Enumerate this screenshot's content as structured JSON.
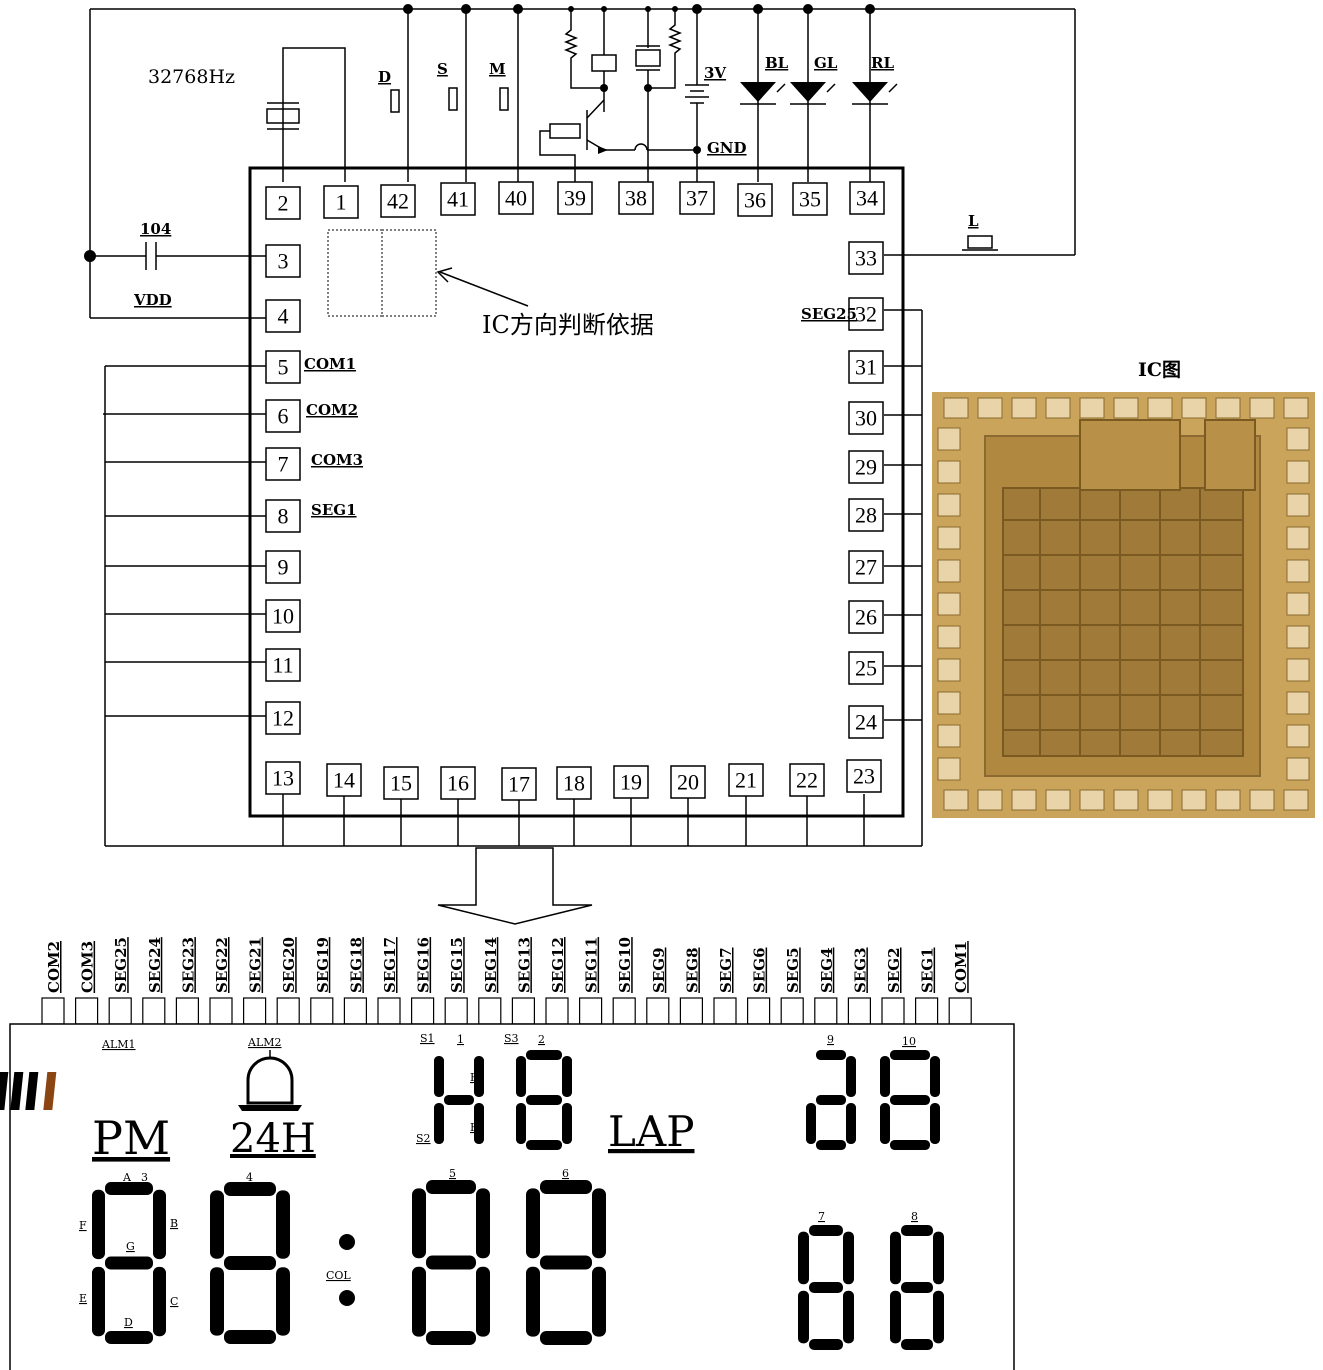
{
  "crystal_freq": "32768Hz",
  "cap_value": "104",
  "vdd_label": "VDD",
  "orientation_note": "IC方向判断依据",
  "ic_image_title": "IC图",
  "supply": {
    "v3": "3V",
    "gnd": "GND"
  },
  "buttons": {
    "d": "D",
    "s": "S",
    "m": "M",
    "l": "L"
  },
  "leds": {
    "bl": "BL",
    "gl": "GL",
    "rl": "RL"
  },
  "pin_labels": {
    "p5": "COM1",
    "p6": "COM2",
    "p7": "COM3",
    "p8": "SEG1",
    "p32": "SEG25"
  },
  "pins": {
    "top": [
      "2",
      "1",
      "42",
      "41",
      "40",
      "39",
      "38",
      "37",
      "36",
      "35",
      "34"
    ],
    "left": [
      "3",
      "4",
      "5",
      "6",
      "7",
      "8",
      "9",
      "10",
      "11",
      "12"
    ],
    "right": [
      "33",
      "32",
      "31",
      "30",
      "29",
      "28",
      "27",
      "26",
      "25",
      "24"
    ],
    "bottom": [
      "13",
      "14",
      "15",
      "16",
      "17",
      "18",
      "19",
      "20",
      "21",
      "22",
      "23"
    ]
  },
  "lcd_pins": [
    "COM2",
    "COM3",
    "SEG25",
    "SEG24",
    "SEG23",
    "SEG22",
    "SEG21",
    "SEG20",
    "SEG19",
    "SEG18",
    "SEG17",
    "SEG16",
    "SEG15",
    "SEG14",
    "SEG13",
    "SEG12",
    "SEG11",
    "SEG10",
    "SEG9",
    "SEG8",
    "SEG7",
    "SEG6",
    "SEG5",
    "SEG4",
    "SEG3",
    "SEG2",
    "SEG1",
    "COM1"
  ],
  "lcd": {
    "alm1": "ALM1",
    "alm2": "ALM2",
    "pm": "PM",
    "h24": "24H",
    "lap": "LAP",
    "col": "COL",
    "s1": "S1",
    "s2": "S2",
    "s3": "S3",
    "h": "H",
    "digit_nums": {
      "d1": "1",
      "d2": "2",
      "d3": "3",
      "d4": "4",
      "d5": "5",
      "d6": "6",
      "d7": "7",
      "d8": "8",
      "d9": "9",
      "d10": "10"
    },
    "segment_letters": {
      "a": "A",
      "b": "B",
      "c": "C",
      "d": "D",
      "e": "E",
      "f": "F",
      "g": "G"
    }
  },
  "colors": {
    "die_bg": "#c9a45a",
    "die_pad": "#e8d4a8",
    "die_trace": "#8a6a30"
  }
}
